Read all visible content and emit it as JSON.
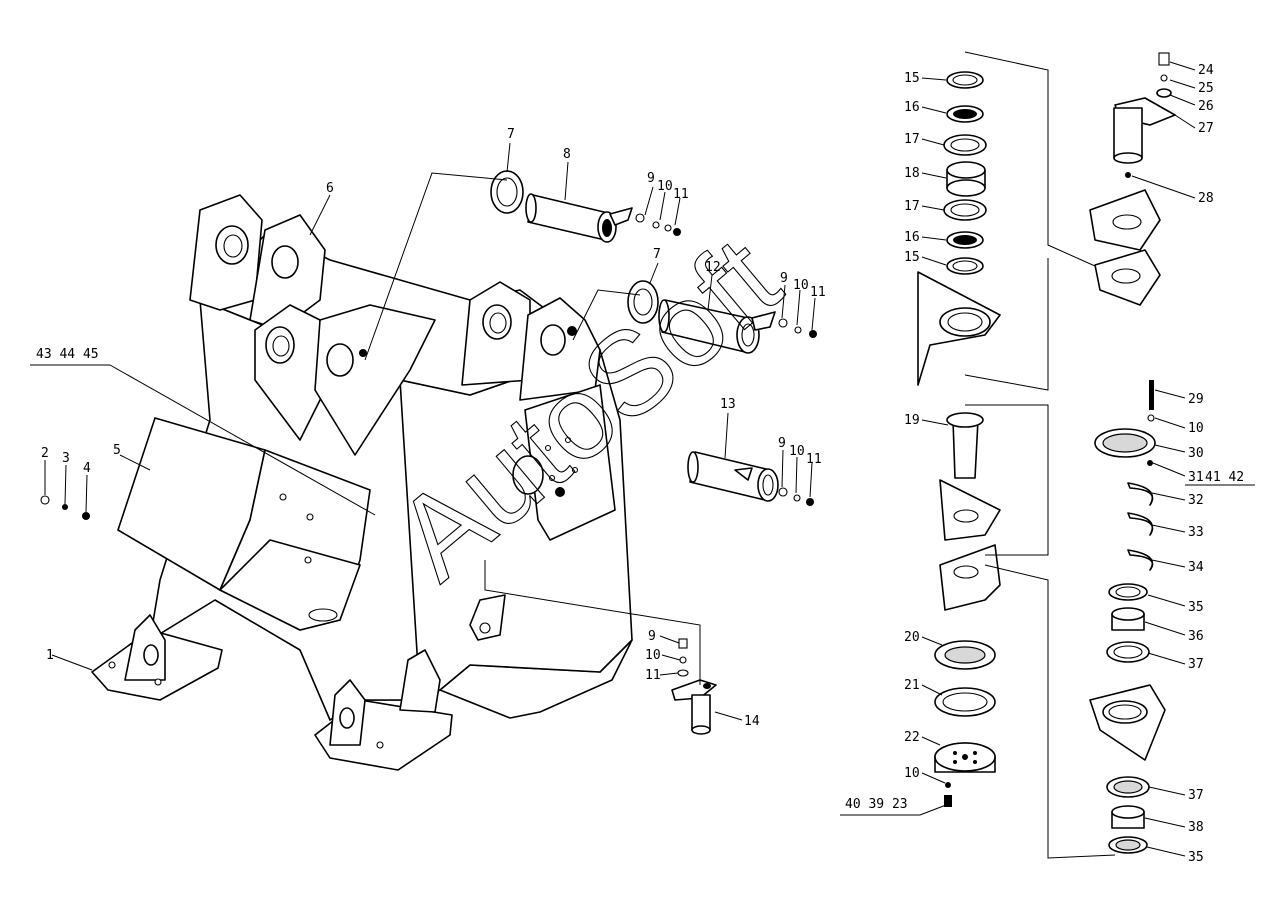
{
  "watermark": "AutoSoft",
  "callouts": {
    "c1": "1",
    "c2": "2",
    "c3": "3",
    "c4": "4",
    "c5": "5",
    "c6": "6",
    "c7a": "7",
    "c7b": "7",
    "c8": "8",
    "c9a": "9",
    "c10a": "10",
    "c11a": "11",
    "c12": "12",
    "c9b": "9",
    "c10b": "10",
    "c11b": "11",
    "c13": "13",
    "c9c": "9",
    "c10c": "10",
    "c11c": "11",
    "c9d": "9",
    "c10d": "10",
    "c11d": "11",
    "c14": "14",
    "c434445": "43 44 45",
    "c15a": "15",
    "c16a": "16",
    "c17a": "17",
    "c18": "18",
    "c17b": "17",
    "c16b": "16",
    "c15b": "15",
    "c19": "19",
    "c20": "20",
    "c21": "21",
    "c22": "22",
    "c10e": "10",
    "c403923": "40 39 23",
    "c24": "24",
    "c25": "25",
    "c26": "26",
    "c27": "27",
    "c28": "28",
    "c29": "29",
    "c10f": "10",
    "c30": "30",
    "c31": "31",
    "c4142": "41 42",
    "c32": "32",
    "c33": "33",
    "c34": "34",
    "c35a": "35",
    "c36": "36",
    "c37a": "37",
    "c37b": "37",
    "c38": "38",
    "c35b": "35"
  }
}
